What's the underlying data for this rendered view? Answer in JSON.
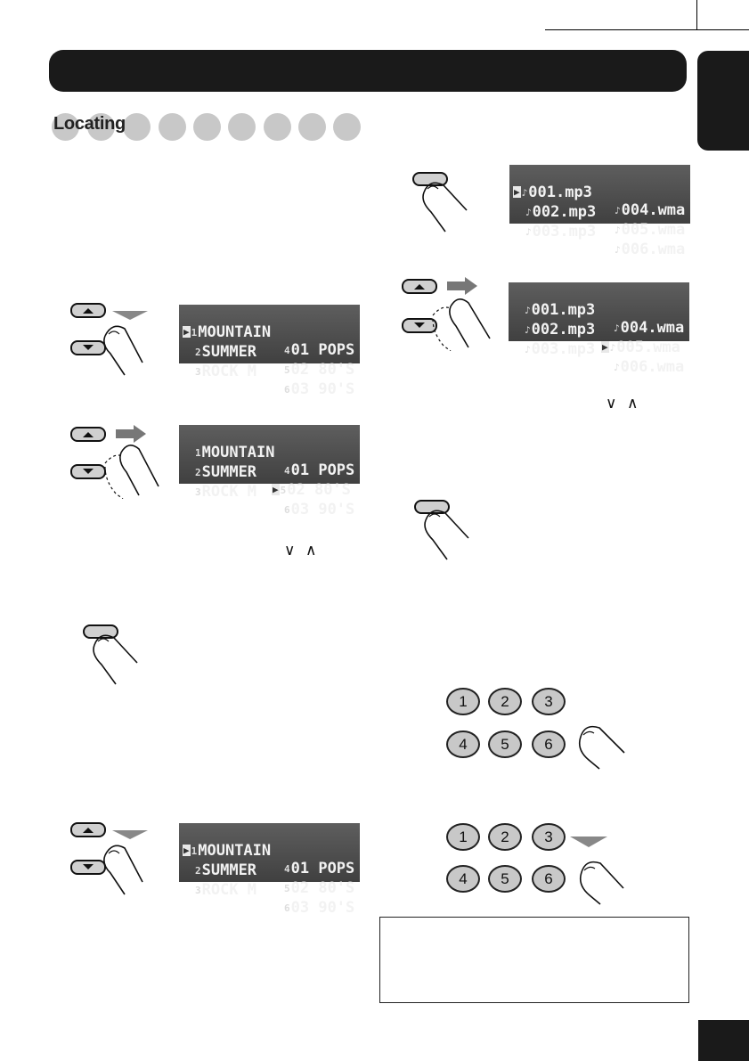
{
  "header": {
    "section_title": "Locating"
  },
  "displays": {
    "folder_list": {
      "left": [
        "MOUNTAIN",
        "SUMMER",
        "ROCK M"
      ],
      "right": [
        "01 POPS",
        "02 80'S",
        "03 90'S"
      ],
      "left_nums": [
        "1",
        "2",
        "3"
      ],
      "right_nums": [
        "4",
        "5",
        "6"
      ]
    },
    "file_list": {
      "left": [
        "001.mp3",
        "002.mp3",
        "003.mp3"
      ],
      "right": [
        "004.wma",
        "005.wma",
        "006.wma"
      ]
    }
  },
  "keypad": {
    "row1": [
      "1",
      "2",
      "3"
    ],
    "row2": [
      "4",
      "5",
      "6"
    ]
  },
  "chevrons": {
    "down": "∨",
    "up": "∧"
  },
  "icons": {
    "finger": "finger-press-icon",
    "arrow_right": "arrow-right-icon",
    "arrow_down": "arrow-down-icon",
    "selector": "selector-triangle-icon",
    "music_note": "music-note-icon"
  }
}
